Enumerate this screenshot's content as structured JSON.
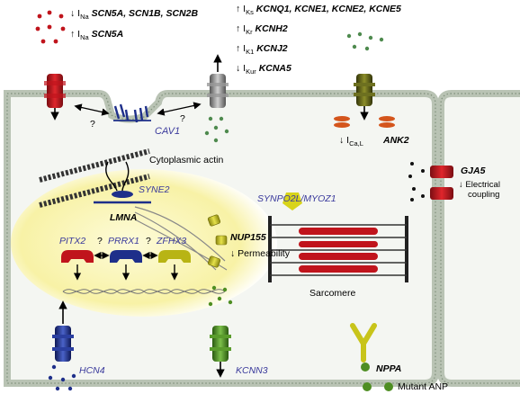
{
  "ina_lines": [
    {
      "arrow": "↓",
      "label": "I",
      "sub": "Na",
      "genes": "SCN5A, SCN1B, SCN2B"
    },
    {
      "arrow": "↑",
      "label": "I",
      "sub": "Na",
      "genes": "SCN5A"
    }
  ],
  "ik_lines": [
    {
      "arrow": "↑",
      "label": "I",
      "sub": "Ks",
      "genes": "KCNQ1, KCNE1, KCNE2, KCNE5"
    },
    {
      "arrow": "↑",
      "label": "I",
      "sub": "Kr",
      "genes": "KCNH2"
    },
    {
      "arrow": "↑",
      "label": "I",
      "sub": "K1",
      "genes": "KCNJ2"
    },
    {
      "arrow": "↓",
      "label": "I",
      "sub": "Kur",
      "genes": "KCNA5"
    }
  ],
  "cav1": "CAV1",
  "question": "?",
  "ica": {
    "arrow": "↓",
    "label": "I",
    "sub": "Ca,L"
  },
  "ank2": "ANK2",
  "cytoplasmic_actin": "Cytoplasmic actin",
  "syne2": "SYNE2",
  "lmna": "LMNA",
  "nup155": "NUP155",
  "permeability": {
    "arrow": "↓",
    "text": "Permeability"
  },
  "synpo2l": "SYNPO2L/MYOZ1",
  "sarcomere": "Sarcomere",
  "gja5": "GJA5",
  "coupling": {
    "arrow": "↓",
    "line1": "Electrical",
    "line2": "coupling"
  },
  "tf": {
    "pitx2": "PITX2",
    "prrx1": "PRRX1",
    "zfhx3": "ZFHX3"
  },
  "hcn4": "HCN4",
  "kcnn3": "KCNN3",
  "nppa": "NPPA",
  "mutant_anp": "Mutant ANP",
  "colors": {
    "membrane": "#dfe3dc",
    "membrane_dots": "#8a9a86",
    "nucleus": "#fbf8c6",
    "red": "#c0141c",
    "gray": "#8a8a8a",
    "olive": "#5c5e10",
    "navy": "#1e2f8a",
    "green": "#4e8e22",
    "yellow": "#c8c41a",
    "blue_text": "#3a3a9c"
  }
}
